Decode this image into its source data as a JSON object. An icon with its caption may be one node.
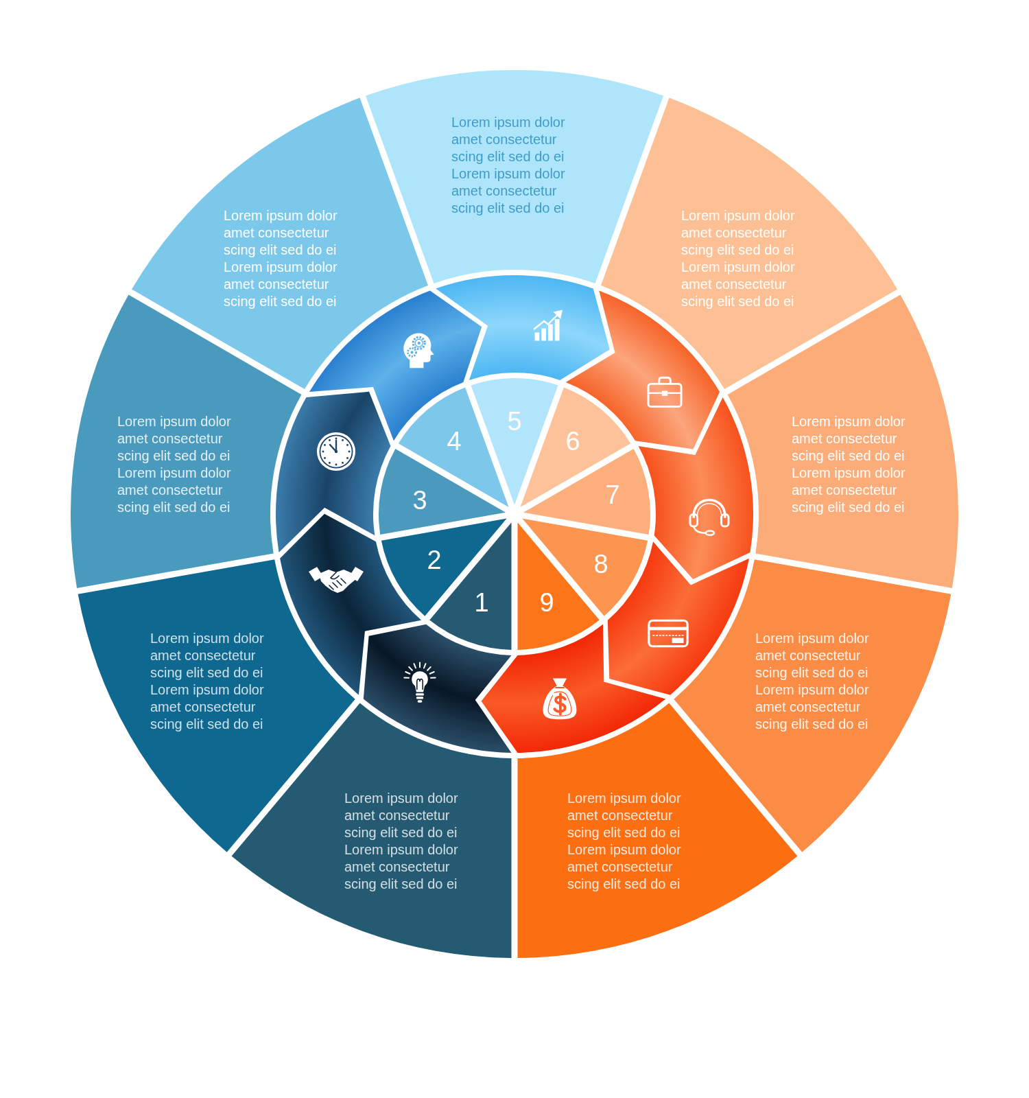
{
  "diagram": {
    "nodes": [
      {
        "text": [
          "1"
        ]
      },
      {
        "text": [
          "2"
        ]
      },
      {
        "text": [
          "3"
        ]
      },
      {
        "text": [
          "4"
        ]
      },
      {
        "text": [
          "5"
        ]
      },
      {
        "text": [
          "6"
        ]
      },
      {
        "text": [
          "7"
        ]
      },
      {
        "text": [
          "8"
        ]
      },
      {
        "text": [
          "9"
        ]
      },
      {
        "text": [],
        "shape": "arrow"
      },
      {
        "text": [],
        "shape": "arrow"
      },
      {
        "text": [],
        "shape": "arrow"
      },
      {
        "text": [],
        "shape": "arrow"
      },
      {
        "text": [],
        "shape": "arrow"
      },
      {
        "text": [],
        "shape": "arrow"
      },
      {
        "text": [],
        "shape": "arrow"
      },
      {
        "text": [],
        "shape": "arrow"
      },
      {
        "text": [],
        "shape": "arrow"
      },
      {
        "text": [
          "Lorem ipsum dolor amet consectetur scing elit sed do ei Lorem ipsum dolor amet consectetur scing elit sed do ei"
        ]
      },
      {
        "text": [
          "Lorem ipsum dolor amet consectetur scing elit sed do ei Lorem ipsum dolor amet consectetur scing elit sed do ei"
        ]
      },
      {
        "text": [
          "Lorem ipsum dolor amet consectetur scing elit sed do ei Lorem ipsum dolor amet consectetur scing elit sed do ei"
        ]
      },
      {
        "text": [
          "Lorem ipsum dolor amet consectetur scing elit sed do ei Lorem ipsum dolor amet consectetur scing elit sed do ei"
        ]
      },
      {
        "text": [
          "Lorem ipsum dolor amet consectetur scing elit sed do ei Lorem ipsum dolor amet consectetur scing elit sed do ei"
        ]
      },
      {
        "text": [
          "Lorem ipsum dolor amet consectetur scing elit sed do ei Lorem ipsum dolor amet consectetur scing elit sed do ei"
        ]
      },
      {
        "text": [
          "Lorem ipsum dolor amet consectetur scing elit sed do ei Lorem ipsum dolor amet consectetur scing elit sed do ei"
        ]
      },
      {
        "text": [
          "Lorem ipsum dolor amet consectetur scing elit sed do ei Lorem ipsum dolor amet consectetur scing elit sed do ei"
        ]
      },
      {
        "text": [
          "Lorem ipsum dolor amet consectetur scing elit sed do ei Lorem ipsum dolor amet consectetur scing elit sed do ei"
        ]
      }
    ]
  }
}
